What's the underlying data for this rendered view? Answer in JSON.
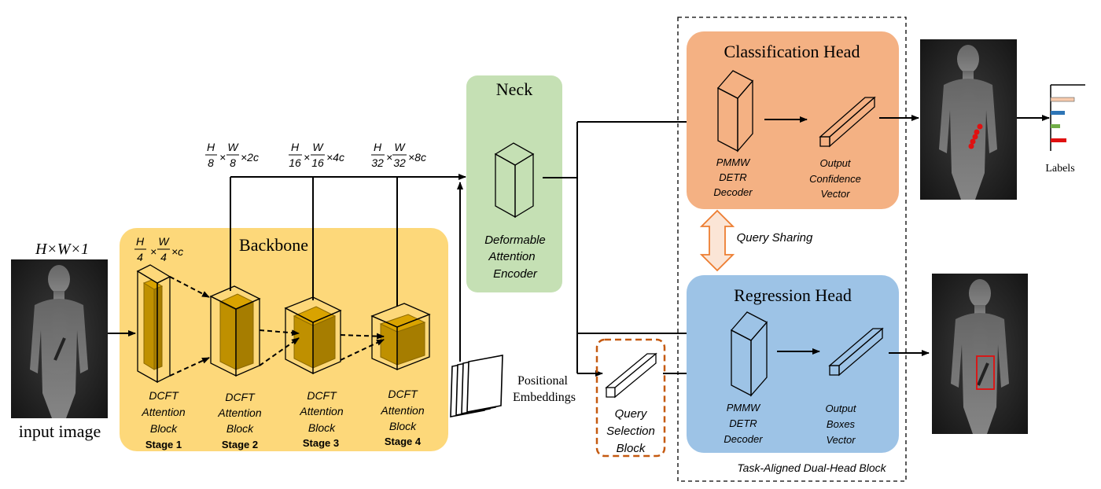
{
  "input": {
    "dims": "H×W×1",
    "caption": "input image"
  },
  "backbone": {
    "title": "Backbone",
    "dims": {
      "frac1": "H",
      "frac1_den": "4",
      "frac2": "W",
      "frac2_den": "4",
      "tail": "×c"
    },
    "block_label": [
      "DCFT",
      "Attention",
      "Block"
    ],
    "stages": [
      "Stage 1",
      "Stage 2",
      "Stage 3",
      "Stage 4"
    ]
  },
  "scales": [
    {
      "h": "H",
      "hd": "8",
      "w": "W",
      "wd": "8",
      "tail": "×2c"
    },
    {
      "h": "H",
      "hd": "16",
      "w": "W",
      "wd": "16",
      "tail": "×4c"
    },
    {
      "h": "H",
      "hd": "32",
      "w": "W",
      "wd": "32",
      "tail": "×8c"
    }
  ],
  "neck": {
    "title": "Neck",
    "encoder": [
      "Deformable",
      "Attention",
      "Encoder"
    ]
  },
  "positional": [
    "Positional",
    "Embeddings"
  ],
  "query_selection": [
    "Query",
    "Selection",
    "Block"
  ],
  "cls_head": {
    "title": "Classification Head",
    "decoder": [
      "PMMW",
      "DETR",
      "Decoder"
    ],
    "output": [
      "Output",
      "Confidence",
      "Vector"
    ]
  },
  "reg_head": {
    "title": "Regression Head",
    "decoder": [
      "PMMW",
      "DETR",
      "Decoder"
    ],
    "output": [
      "Output",
      "Boxes",
      "Vector"
    ]
  },
  "query_sharing": "Query Sharing",
  "dual_head_caption": "Task-Aligned Dual-Head Block",
  "labels_caption": "Labels",
  "colors": {
    "backbone": "#fdd87a",
    "neck": "#c5e0b4",
    "cls": "#f4b183",
    "reg": "#9dc3e6",
    "cube": "#bf9000",
    "query_border": "#c55a11"
  }
}
